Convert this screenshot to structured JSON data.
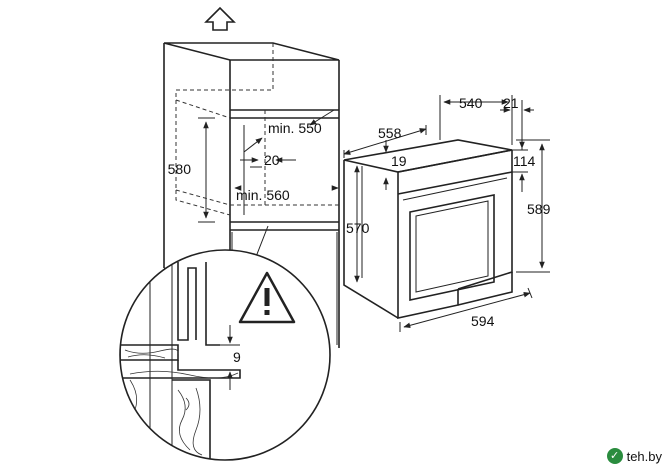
{
  "labels": {
    "min550": "min. 550",
    "d580": "580",
    "d20": "20",
    "min560": "min. 560",
    "d9": "9",
    "d558": "558",
    "d540": "540",
    "d21": "21",
    "d19": "19",
    "d114": "114",
    "d589": "589",
    "d570": "570",
    "d594": "594"
  },
  "icons": {
    "up_arrow": "up-arrow-icon",
    "warning": "warning-icon"
  },
  "watermark": {
    "text": "teh.by"
  },
  "colors": {
    "line": "#222222",
    "background": "#ffffff",
    "watermark_icon": "#2a8c3e"
  }
}
